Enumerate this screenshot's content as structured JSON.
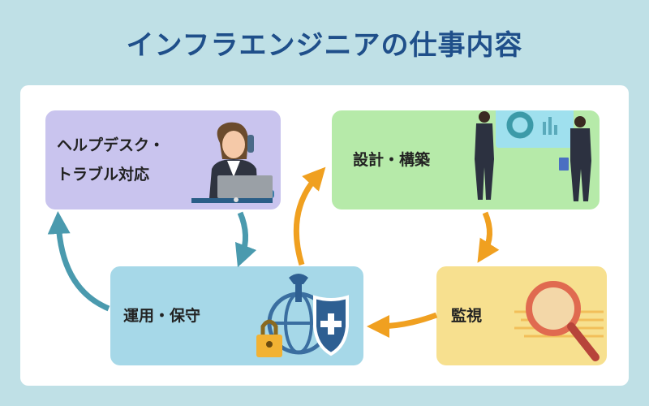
{
  "title": "インフラエンジニアの仕事内容",
  "steps": {
    "helpdesk": {
      "line1": "ヘルプデスク・",
      "line2": "トラブル対応"
    },
    "design": {
      "label": "設計・構築"
    },
    "monitor": {
      "label": "監視"
    },
    "ops": {
      "label": "運用・保守"
    }
  },
  "colors": {
    "background": "#bfe0e6",
    "title": "#1f4f8a",
    "helpdesk_box": "#c9c4ee",
    "design_box": "#b6eaa9",
    "ops_box": "#a6d8e8",
    "monitor_box": "#f7e08f",
    "arrow_orange": "#f0a020",
    "arrow_teal": "#4a9aae"
  },
  "icons": [
    "receptionist-illustration",
    "presentation-illustration",
    "magnifier-illustration",
    "shield-lock-illustration"
  ]
}
